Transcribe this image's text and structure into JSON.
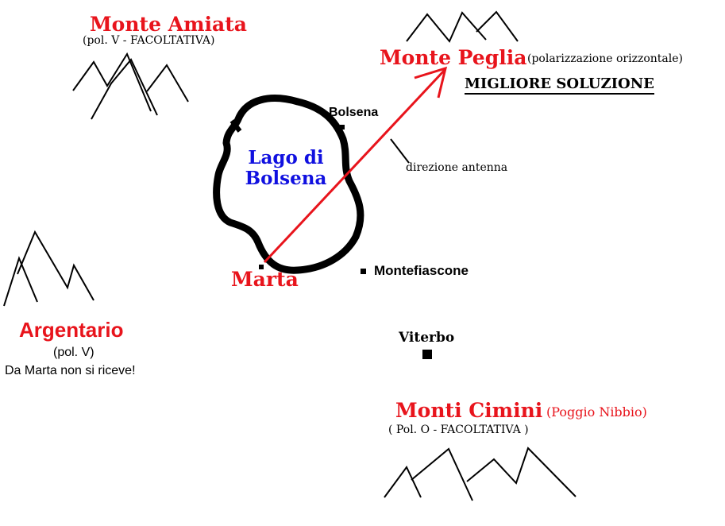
{
  "colors": {
    "red": "#e8141c",
    "blue": "#1010e0",
    "black": "#000000",
    "background": "#ffffff"
  },
  "icons": [
    "mountain-icon",
    "town-marker-icon",
    "arrow-icon"
  ],
  "lake": {
    "line1": "Lago di",
    "line2": "Bolsena"
  },
  "mountains": {
    "amiata": {
      "name": "Monte Amiata",
      "note": "(pol. V - FACOLTATIVA)"
    },
    "peglia": {
      "name": "Monte Peglia",
      "note": "(polarizzazione orizzontale)",
      "best": "MIGLIORE SOLUZIONE"
    },
    "argentario": {
      "name": "Argentario",
      "note1": "(pol. V)",
      "note2": "Da Marta non si riceve!"
    },
    "cimini": {
      "name": "Monti Cimini",
      "sub": "(Poggio Nibbio)",
      "note": "( Pol. O - FACOLTATIVA )"
    }
  },
  "towns": {
    "bolsena": "Bolsena",
    "marta": "Marta",
    "montefiascone": "Montefiascone",
    "viterbo": "Viterbo"
  },
  "antenna_label": "direzione antenna"
}
